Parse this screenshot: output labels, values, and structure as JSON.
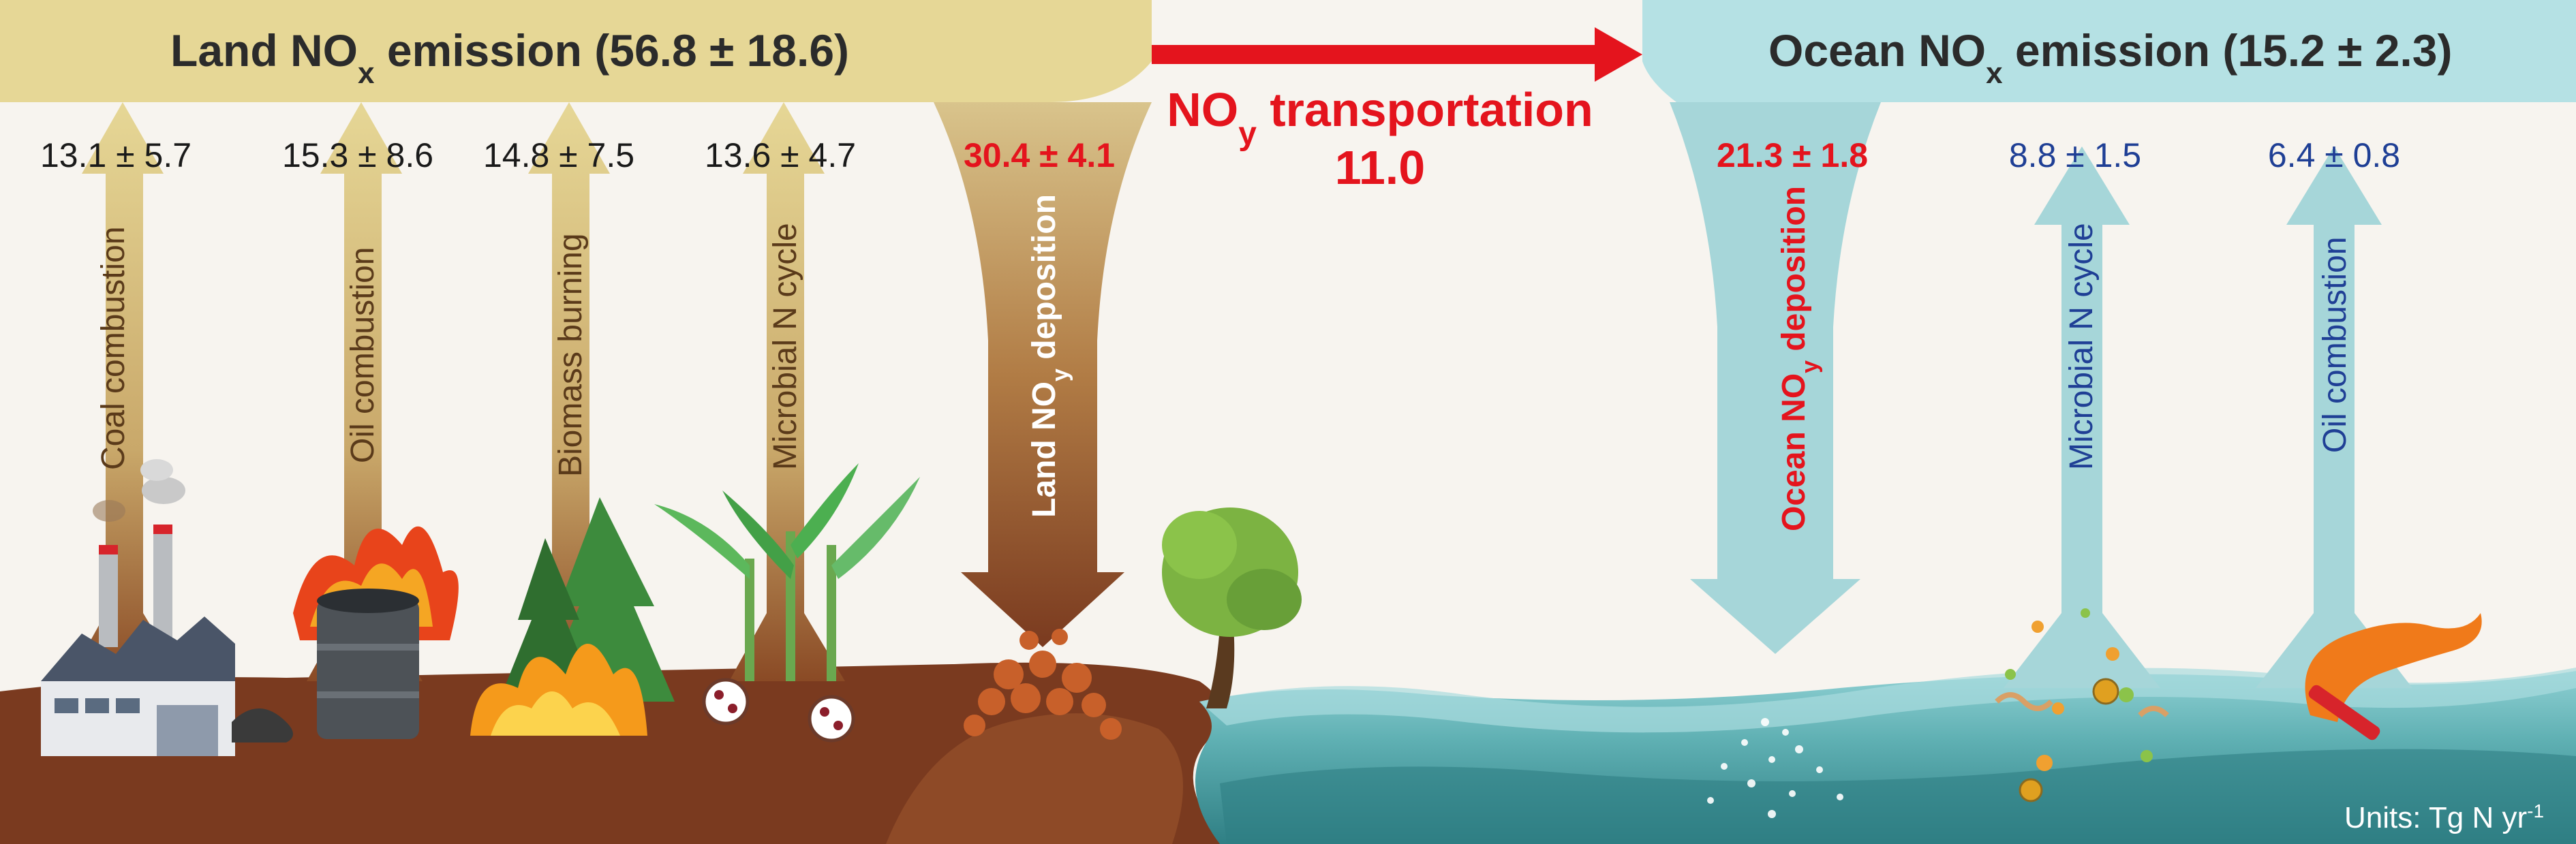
{
  "land": {
    "title": "Land NO",
    "title_sub": "x",
    "title_rest": " emission (56.8 ± 18.6)",
    "sources": [
      {
        "label": "Coal combustion",
        "value": "13.1 ± 5.7"
      },
      {
        "label": "Oil combustion",
        "value": "15.3 ± 8.6"
      },
      {
        "label": "Biomass burning",
        "value": "14.8 ± 7.5"
      },
      {
        "label": "Microbial N cycle",
        "value": "13.6 ±  4.7"
      }
    ],
    "deposition": {
      "label_pre": "Land NO",
      "label_sub": "y",
      "label_post": " deposition",
      "value": "30.4 ± 4.1"
    }
  },
  "transport": {
    "label_pre": "NO",
    "label_sub": "y",
    "label_post": " transportation",
    "value": "11.0"
  },
  "ocean": {
    "title": "Ocean NO",
    "title_sub": "x",
    "title_rest": " emission (15.2 ± 2.3)",
    "deposition": {
      "label_pre": "Ocean NO",
      "label_sub": "y",
      "label_post": " deposition",
      "value": "21.3 ± 1.8"
    },
    "sources": [
      {
        "label": "Microbial N cycle",
        "value": "8.8 ± 1.5"
      },
      {
        "label": "Oil combustion",
        "value": "6.4 ± 0.8"
      }
    ]
  },
  "units": {
    "pre": "Units: Tg N yr",
    "sup": "-1"
  },
  "colors": {
    "land_box": "#e6d796",
    "ocean_box": "#b5e1e4",
    "soil": "#7a3a1f",
    "sea": "#3c8f94",
    "red_arrow": "#e4141d",
    "blue_text": "#1f3f95"
  }
}
